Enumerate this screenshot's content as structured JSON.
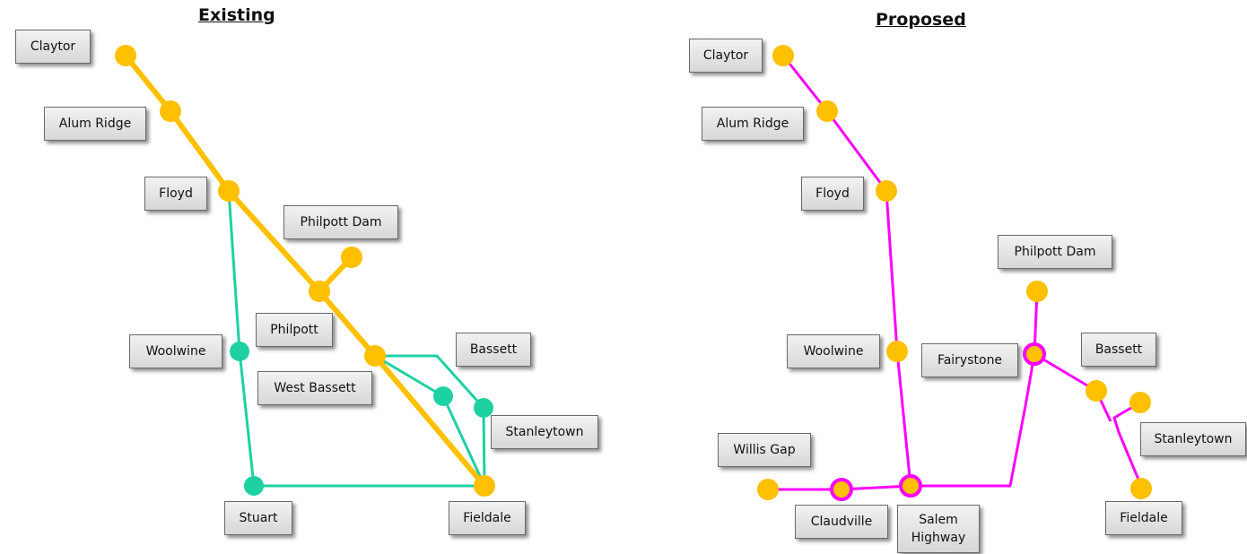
{
  "panels": [
    {
      "id": "existing",
      "title": "Existing",
      "stations": [
        {
          "id": "claytor",
          "label": "Claytor"
        },
        {
          "id": "alum-ridge",
          "label": "Alum Ridge"
        },
        {
          "id": "floyd",
          "label": "Floyd"
        },
        {
          "id": "philpott-dam",
          "label": "Philpott Dam"
        },
        {
          "id": "philpott",
          "label": "Philpott"
        },
        {
          "id": "woolwine",
          "label": "Woolwine"
        },
        {
          "id": "west-bassett",
          "label": "West Bassett"
        },
        {
          "id": "bassett",
          "label": "Bassett"
        },
        {
          "id": "stanleytown",
          "label": "Stanleytown"
        },
        {
          "id": "stuart",
          "label": "Stuart"
        },
        {
          "id": "fieldale",
          "label": "Fieldale"
        }
      ]
    },
    {
      "id": "proposed",
      "title": "Proposed",
      "stations": [
        {
          "id": "claytor",
          "label": "Claytor"
        },
        {
          "id": "alum-ridge",
          "label": "Alum Ridge"
        },
        {
          "id": "floyd",
          "label": "Floyd"
        },
        {
          "id": "philpott-dam",
          "label": "Philpott Dam"
        },
        {
          "id": "woolwine",
          "label": "Woolwine"
        },
        {
          "id": "fairystone",
          "label": "Fairystone"
        },
        {
          "id": "bassett",
          "label": "Bassett"
        },
        {
          "id": "stanleytown",
          "label": "Stanleytown"
        },
        {
          "id": "willis-gap",
          "label": "Willis Gap"
        },
        {
          "id": "claudville",
          "label": "Claudville"
        },
        {
          "id": "salem-highway",
          "label": "Salem\nHighway"
        },
        {
          "id": "fieldale",
          "label": "Fieldale"
        }
      ]
    }
  ],
  "colors": {
    "existing_line": "#FFC000",
    "existing_branch": "#1DD1A1",
    "proposed_line": "#FF00FF",
    "node_fill": "#FFC000",
    "label_border": "#6A6A6A"
  }
}
